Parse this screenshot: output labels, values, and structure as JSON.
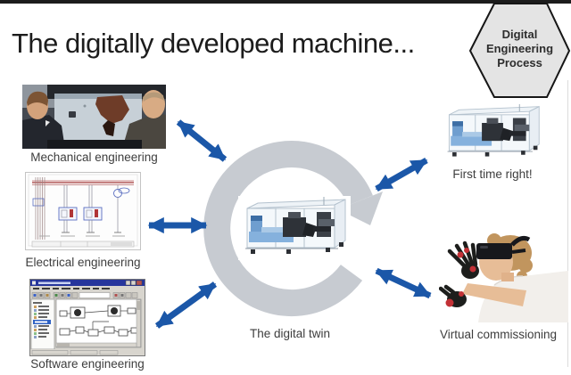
{
  "slide": {
    "title": "The digitally developed machine...",
    "badge": {
      "lines": [
        "Digital",
        "Engineering",
        "Process"
      ]
    },
    "nodes": {
      "mechanical": {
        "label": "Mechanical engineering"
      },
      "electrical": {
        "label": "Electrical engineering"
      },
      "software": {
        "label": "Software engineering"
      },
      "digital_twin": {
        "label": "The digital twin"
      },
      "first_time_right": {
        "label": "First time right!"
      },
      "virtual_commissioning": {
        "label": "Virtual commissioning"
      }
    },
    "colors": {
      "arrow_blue": "#1b57a8",
      "cycle_gray": "#c7cbd1",
      "badge_fill": "#e4e4e4",
      "badge_border": "#161616",
      "label_text": "#3d3d3d",
      "title_text": "#1c1c1c"
    }
  }
}
